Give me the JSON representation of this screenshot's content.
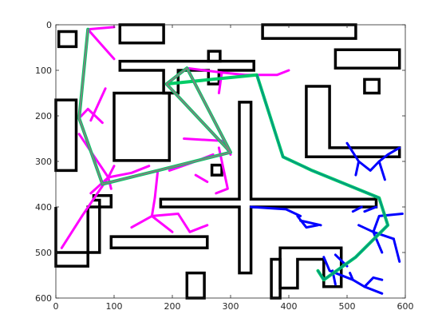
{
  "chart_data": {
    "type": "line",
    "title": "",
    "xlabel": "",
    "ylabel": "",
    "xlim": [
      0,
      600
    ],
    "ylim": [
      0,
      600
    ],
    "y_reversed": true,
    "grid": false,
    "legend": "none",
    "x_ticks": [
      "0",
      "100",
      "200",
      "300",
      "400",
      "500",
      "600"
    ],
    "y_ticks": [
      "0",
      "100",
      "200",
      "300",
      "400",
      "500",
      "600"
    ],
    "colors": {
      "obstacle": "#000000",
      "tree_magenta": "#ff00ff",
      "tree_blue": "#0000ff",
      "path_green": "#00cc66",
      "path_grey": "#808080",
      "path_teal": "#008b8b"
    },
    "obstacles": [
      {
        "kind": "rect",
        "x": [
          5,
          35
        ],
        "y": [
          15,
          48
        ]
      },
      {
        "kind": "rect",
        "x": [
          110,
          185
        ],
        "y": [
          0,
          40
        ]
      },
      {
        "kind": "rect",
        "x": [
          355,
          515
        ],
        "y": [
          0,
          30
        ]
      },
      {
        "kind": "rect",
        "x": [
          480,
          590
        ],
        "y": [
          55,
          95
        ]
      },
      {
        "kind": "rect",
        "x": [
          530,
          555
        ],
        "y": [
          120,
          150
        ]
      },
      {
        "kind": "rect",
        "x": [
          0,
          35
        ],
        "y": [
          165,
          320
        ]
      },
      {
        "kind": "rect",
        "x": [
          100,
          195
        ],
        "y": [
          150,
          298
        ]
      },
      {
        "kind": "rect",
        "x": [
          268,
          285
        ],
        "y": [
          308,
          330
        ]
      },
      {
        "kind": "poly",
        "points": [
          [
            110,
            80
          ],
          [
            340,
            80
          ],
          [
            340,
            100
          ],
          [
            280,
            100
          ],
          [
            280,
            130
          ],
          [
            262,
            130
          ],
          [
            262,
            100
          ],
          [
            210,
            100
          ],
          [
            210,
            150
          ],
          [
            185,
            150
          ],
          [
            185,
            100
          ],
          [
            110,
            100
          ]
        ]
      },
      {
        "kind": "rect",
        "x": [
          262,
          282
        ],
        "y": [
          58,
          80
        ]
      },
      {
        "kind": "poly",
        "points": [
          [
            315,
            170
          ],
          [
            335,
            170
          ],
          [
            335,
            383
          ],
          [
            550,
            383
          ],
          [
            550,
            400
          ],
          [
            335,
            400
          ],
          [
            335,
            545
          ],
          [
            315,
            545
          ],
          [
            315,
            400
          ],
          [
            180,
            400
          ],
          [
            180,
            383
          ],
          [
            315,
            383
          ]
        ]
      },
      {
        "kind": "poly",
        "points": [
          [
            430,
            135
          ],
          [
            470,
            135
          ],
          [
            470,
            270
          ],
          [
            590,
            270
          ],
          [
            590,
            290
          ],
          [
            470,
            290
          ],
          [
            430,
            290
          ]
        ]
      },
      {
        "kind": "poly",
        "points": [
          [
            0,
            400
          ],
          [
            0,
            500
          ],
          [
            75,
            500
          ],
          [
            75,
            385
          ],
          [
            65,
            385
          ],
          [
            65,
            375
          ],
          [
            95,
            375
          ],
          [
            95,
            400
          ],
          [
            55,
            400
          ],
          [
            55,
            530
          ],
          [
            0,
            530
          ]
        ]
      },
      {
        "kind": "rect",
        "x": [
          95,
          260
        ],
        "y": [
          465,
          490
        ]
      },
      {
        "kind": "rect",
        "x": [
          225,
          255
        ],
        "y": [
          545,
          600
        ]
      },
      {
        "kind": "poly",
        "points": [
          [
            385,
            490
          ],
          [
            490,
            490
          ],
          [
            490,
            575
          ],
          [
            460,
            575
          ],
          [
            460,
            515
          ],
          [
            415,
            515
          ],
          [
            415,
            578
          ],
          [
            385,
            578
          ]
        ]
      },
      {
        "kind": "rect",
        "x": [
          370,
          385
        ],
        "y": [
          515,
          600
        ]
      }
    ],
    "series": [
      {
        "color_key": "tree_magenta",
        "segments": [
          [
            [
              55,
              10
            ],
            [
              100,
              5
            ]
          ],
          [
            [
              55,
              10
            ],
            [
              100,
              75
            ]
          ],
          [
            [
              55,
              10
            ],
            [
              40,
              205
            ]
          ],
          [
            [
              40,
              205
            ],
            [
              55,
              185
            ],
            [
              80,
              215
            ]
          ],
          [
            [
              60,
              210
            ],
            [
              85,
              140
            ]
          ],
          [
            [
              40,
              240
            ],
            [
              90,
              335
            ]
          ],
          [
            [
              90,
              335
            ],
            [
              100,
              310
            ]
          ],
          [
            [
              90,
              335
            ],
            [
              130,
              325
            ],
            [
              160,
              310
            ]
          ],
          [
            [
              90,
              335
            ],
            [
              60,
              370
            ]
          ],
          [
            [
              90,
              335
            ],
            [
              45,
              420
            ],
            [
              10,
              490
            ]
          ],
          [
            [
              90,
              335
            ],
            [
              95,
              360
            ]
          ],
          [
            [
              195,
              320
            ],
            [
              240,
              300
            ]
          ],
          [
            [
              240,
              300
            ],
            [
              270,
              285
            ]
          ],
          [
            [
              175,
              320
            ],
            [
              170,
              380
            ],
            [
              165,
              420
            ],
            [
              130,
              445
            ]
          ],
          [
            [
              165,
              420
            ],
            [
              185,
              440
            ],
            [
              200,
              455
            ]
          ],
          [
            [
              165,
              420
            ],
            [
              210,
              415
            ],
            [
              230,
              455
            ],
            [
              260,
              440
            ]
          ],
          [
            [
              220,
              250
            ],
            [
              285,
              255
            ],
            [
              300,
              285
            ]
          ],
          [
            [
              240,
              330
            ],
            [
              260,
              345
            ]
          ],
          [
            [
              275,
              370
            ],
            [
              295,
              360
            ],
            [
              280,
              270
            ]
          ],
          [
            [
              190,
              130
            ],
            [
              225,
              95
            ],
            [
              285,
              105
            ],
            [
              325,
              110
            ],
            [
              380,
              110
            ],
            [
              400,
              100
            ]
          ],
          [
            [
              285,
              105
            ],
            [
              280,
              150
            ]
          ]
        ]
      },
      {
        "color_key": "tree_blue",
        "segments": [
          [
            [
              335,
              400
            ],
            [
              395,
              405
            ],
            [
              420,
              420
            ]
          ],
          [
            [
              415,
              420
            ],
            [
              430,
              445
            ],
            [
              450,
              440
            ]
          ],
          [
            [
              420,
              430
            ],
            [
              455,
              440
            ]
          ],
          [
            [
              510,
              410
            ],
            [
              525,
              400
            ]
          ],
          [
            [
              530,
              410
            ],
            [
              550,
              400
            ]
          ],
          [
            [
              500,
              260
            ],
            [
              520,
              300
            ],
            [
              540,
              320
            ],
            [
              555,
              300
            ],
            [
              570,
              285
            ],
            [
              590,
              270
            ]
          ],
          [
            [
              520,
              300
            ],
            [
              515,
              330
            ]
          ],
          [
            [
              555,
              300
            ],
            [
              565,
              340
            ]
          ],
          [
            [
              520,
              440
            ],
            [
              545,
              455
            ],
            [
              580,
              470
            ]
          ],
          [
            [
              545,
              455
            ],
            [
              560,
              500
            ]
          ],
          [
            [
              545,
              455
            ],
            [
              555,
              420
            ],
            [
              595,
              415
            ]
          ],
          [
            [
              580,
              470
            ],
            [
              590,
              520
            ]
          ],
          [
            [
              460,
              510
            ],
            [
              470,
              540
            ],
            [
              510,
              560
            ],
            [
              530,
              575
            ],
            [
              560,
              590
            ]
          ],
          [
            [
              530,
              575
            ],
            [
              545,
              555
            ],
            [
              560,
              560
            ]
          ],
          [
            [
              475,
              540
            ],
            [
              480,
              570
            ]
          ],
          [
            [
              510,
              560
            ],
            [
              505,
              545
            ]
          ],
          [
            [
              480,
              505
            ],
            [
              500,
              530
            ]
          ]
        ]
      },
      {
        "color_key": "path_green",
        "segments": [
          [
            [
              55,
              10
            ],
            [
              40,
              205
            ],
            [
              80,
              350
            ],
            [
              175,
              320
            ],
            [
              300,
              280
            ],
            [
              190,
              130
            ],
            [
              225,
              95
            ],
            [
              300,
              280
            ],
            [
              190,
              130
            ],
            [
              345,
              110
            ],
            [
              390,
              290
            ],
            [
              440,
              320
            ],
            [
              555,
              380
            ],
            [
              570,
              440
            ],
            [
              515,
              510
            ],
            [
              460,
              560
            ],
            [
              450,
              540
            ]
          ]
        ]
      },
      {
        "color_key": "path_grey",
        "segments": [
          [
            [
              55,
              10
            ],
            [
              40,
              205
            ],
            [
              80,
              350
            ],
            [
              175,
              320
            ],
            [
              300,
              280
            ],
            [
              190,
              130
            ],
            [
              225,
              95
            ],
            [
              300,
              280
            ]
          ]
        ]
      },
      {
        "color_key": "path_teal",
        "segments": [
          [
            [
              345,
              110
            ],
            [
              390,
              290
            ],
            [
              440,
              320
            ],
            [
              555,
              380
            ],
            [
              570,
              440
            ],
            [
              515,
              510
            ],
            [
              460,
              560
            ],
            [
              450,
              540
            ]
          ]
        ]
      }
    ]
  }
}
